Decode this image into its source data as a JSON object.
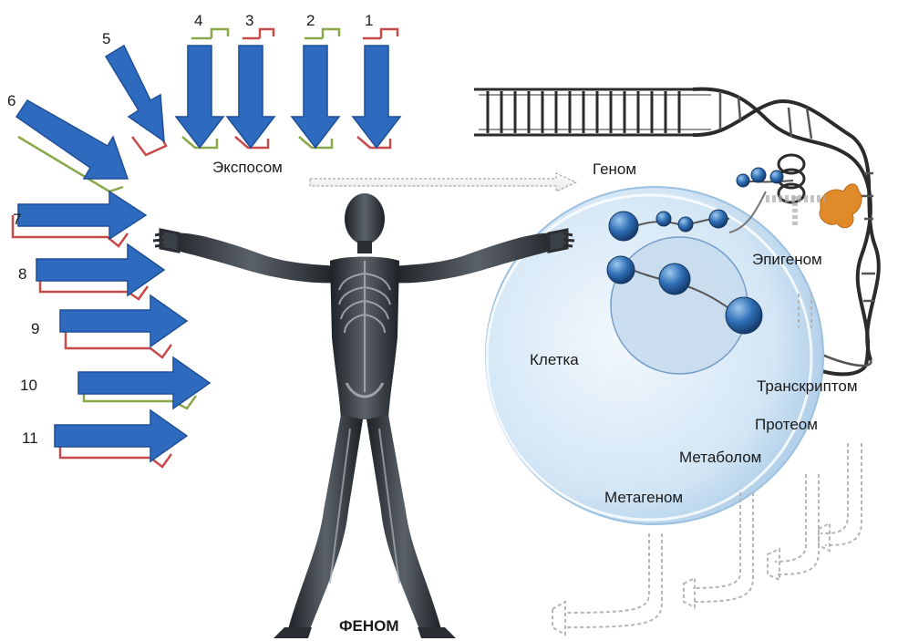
{
  "exposome_factors": [
    "1",
    "2",
    "3",
    "4",
    "5",
    "6",
    "7",
    "8",
    "9",
    "10",
    "11"
  ],
  "labels": {
    "exposome": "Экспосом",
    "genome": "Геном",
    "epigenome": "Эпигеном",
    "cell": "Клетка",
    "transcriptome": "Транскриптом",
    "proteome": "Протеом",
    "metabolome": "Метаболом",
    "metagenome": "Метагеном",
    "phenome": "ФЕНОМ"
  },
  "colors": {
    "arrow_fill": "#2e6bbf",
    "arrow_stroke": "#1f4f96",
    "bracket_red": "#c84a4a",
    "bracket_green": "#8aa84a",
    "cell_fill": "#cfe2f2",
    "protein": "#3f7fbf",
    "dna": "#2b2b2b",
    "body": "#3a3f45",
    "bone": "#d8dde0",
    "enzyme": "#e08a2a"
  }
}
